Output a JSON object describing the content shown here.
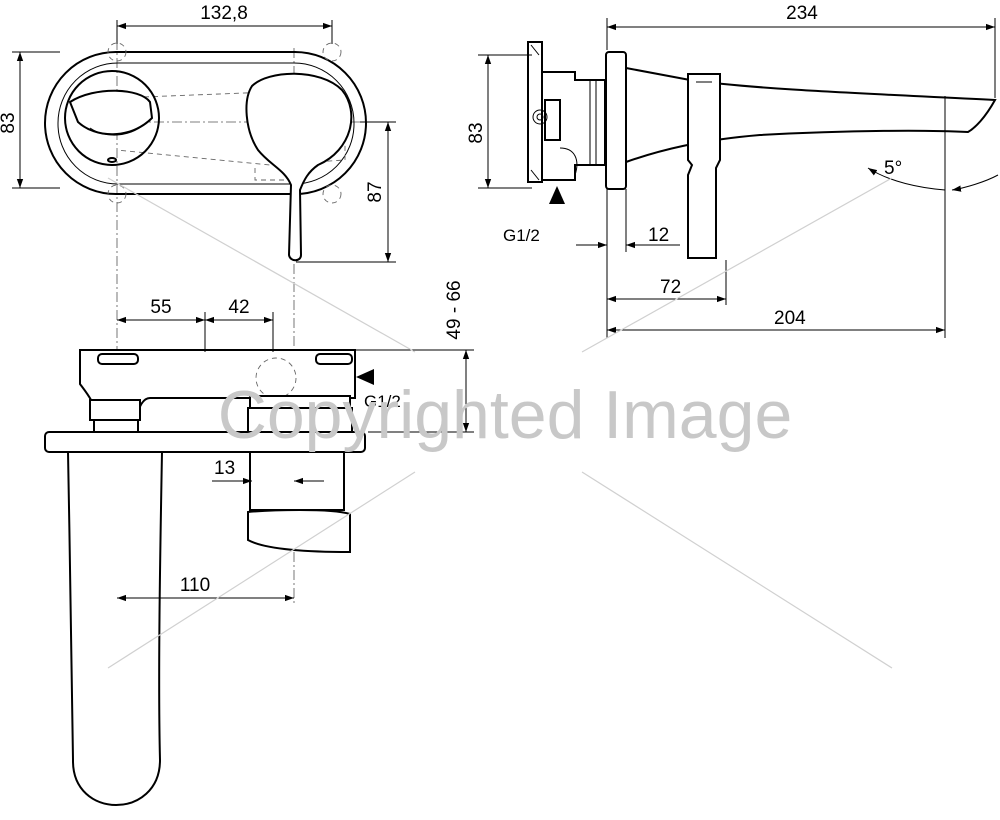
{
  "dimensions": {
    "front_width": "132,8",
    "front_height_left": "83",
    "lever_drop": "87",
    "side_total_length": "234",
    "side_height": "83",
    "spout_angle": "5°",
    "side_wall_offset": "12",
    "side_lever_offset": "72",
    "side_spout_length": "204",
    "top_offset_55": "55",
    "top_offset_42": "42",
    "wall_depth_range": "49 - 66",
    "top_offset_13": "13",
    "spout_offset_110": "110"
  },
  "labels": {
    "inlet_side": "G1/2",
    "inlet_top": "G1/2"
  },
  "watermark": "Copyrighted Image"
}
